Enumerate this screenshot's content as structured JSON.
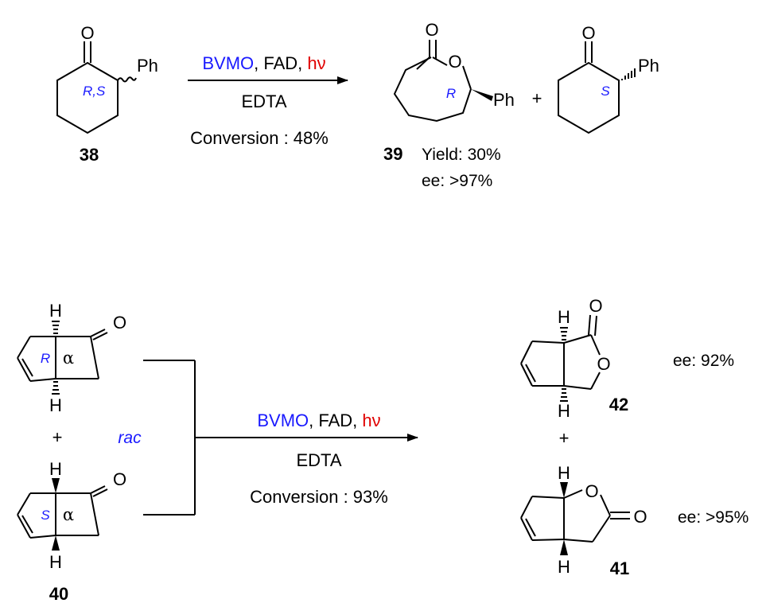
{
  "colors": {
    "enzyme": "#1a1aff",
    "light": "#e00000",
    "stereo": "#1a1aff",
    "ink": "#000000"
  },
  "atoms": {
    "O": "O",
    "H": "H",
    "Ph": "Ph",
    "alpha": "α"
  },
  "reaction1": {
    "substrate": {
      "number": "38",
      "stereo": "R,S"
    },
    "conditions": {
      "enzyme": "BVMO",
      "cofactor": ", FAD, ",
      "light": "hν",
      "donor": "EDTA",
      "conversion": "Conversion : 48%"
    },
    "product_lactone": {
      "number": "39",
      "stereo": "R",
      "yield": "Yield: 30%",
      "ee": "ee: >97%"
    },
    "plus": "+",
    "product_ketone": {
      "stereo": "S"
    }
  },
  "reaction2": {
    "substrate": {
      "number": "40",
      "stereo_top": "R",
      "stereo_bottom": "S",
      "rac": "rac",
      "plus": "+"
    },
    "conditions": {
      "enzyme": "BVMO",
      "cofactor": ", FAD, ",
      "light": "hν",
      "donor": "EDTA",
      "conversion": "Conversion : 93%"
    },
    "product_42": {
      "number": "42",
      "ee": "ee: 92%"
    },
    "plus": "+",
    "product_41": {
      "number": "41",
      "ee": "ee: >95%"
    }
  }
}
